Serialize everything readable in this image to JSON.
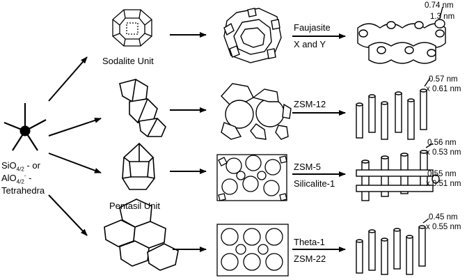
{
  "tetrahedra": {
    "line1_main": "SiO",
    "line1_sub": "4/2",
    "line1_tail": " - or",
    "line2_main": "AlO",
    "line2_sub": "4/2",
    "line2_sup": "-",
    "line2_tail": " -",
    "line3": "Tetrahedra"
  },
  "units": {
    "sodalite": "Sodalite Unit",
    "pentasil": "Pentasil Unit"
  },
  "rows": [
    {
      "name_line1": "Faujasite",
      "name_line2": "X and Y",
      "dims": [
        "0.74 nm",
        "1.3 nm"
      ]
    },
    {
      "name_line1": "ZSM-12",
      "name_line2": "",
      "dims": [
        "0.57 nm",
        "x 0.61 nm"
      ]
    },
    {
      "name_line1": "ZSM-5",
      "name_line2": "Silicalite-1",
      "dims": [
        "0.56 nm",
        "x 0.53 nm",
        "0.55 nm",
        "x 0.51 nm"
      ]
    },
    {
      "name_line1": "Theta-1",
      "name_line2": "ZSM-22",
      "dims": [
        "0.45 nm",
        "x 0.55 nm"
      ]
    }
  ],
  "colors": {
    "ink": "#000000",
    "background": "#ffffff"
  }
}
